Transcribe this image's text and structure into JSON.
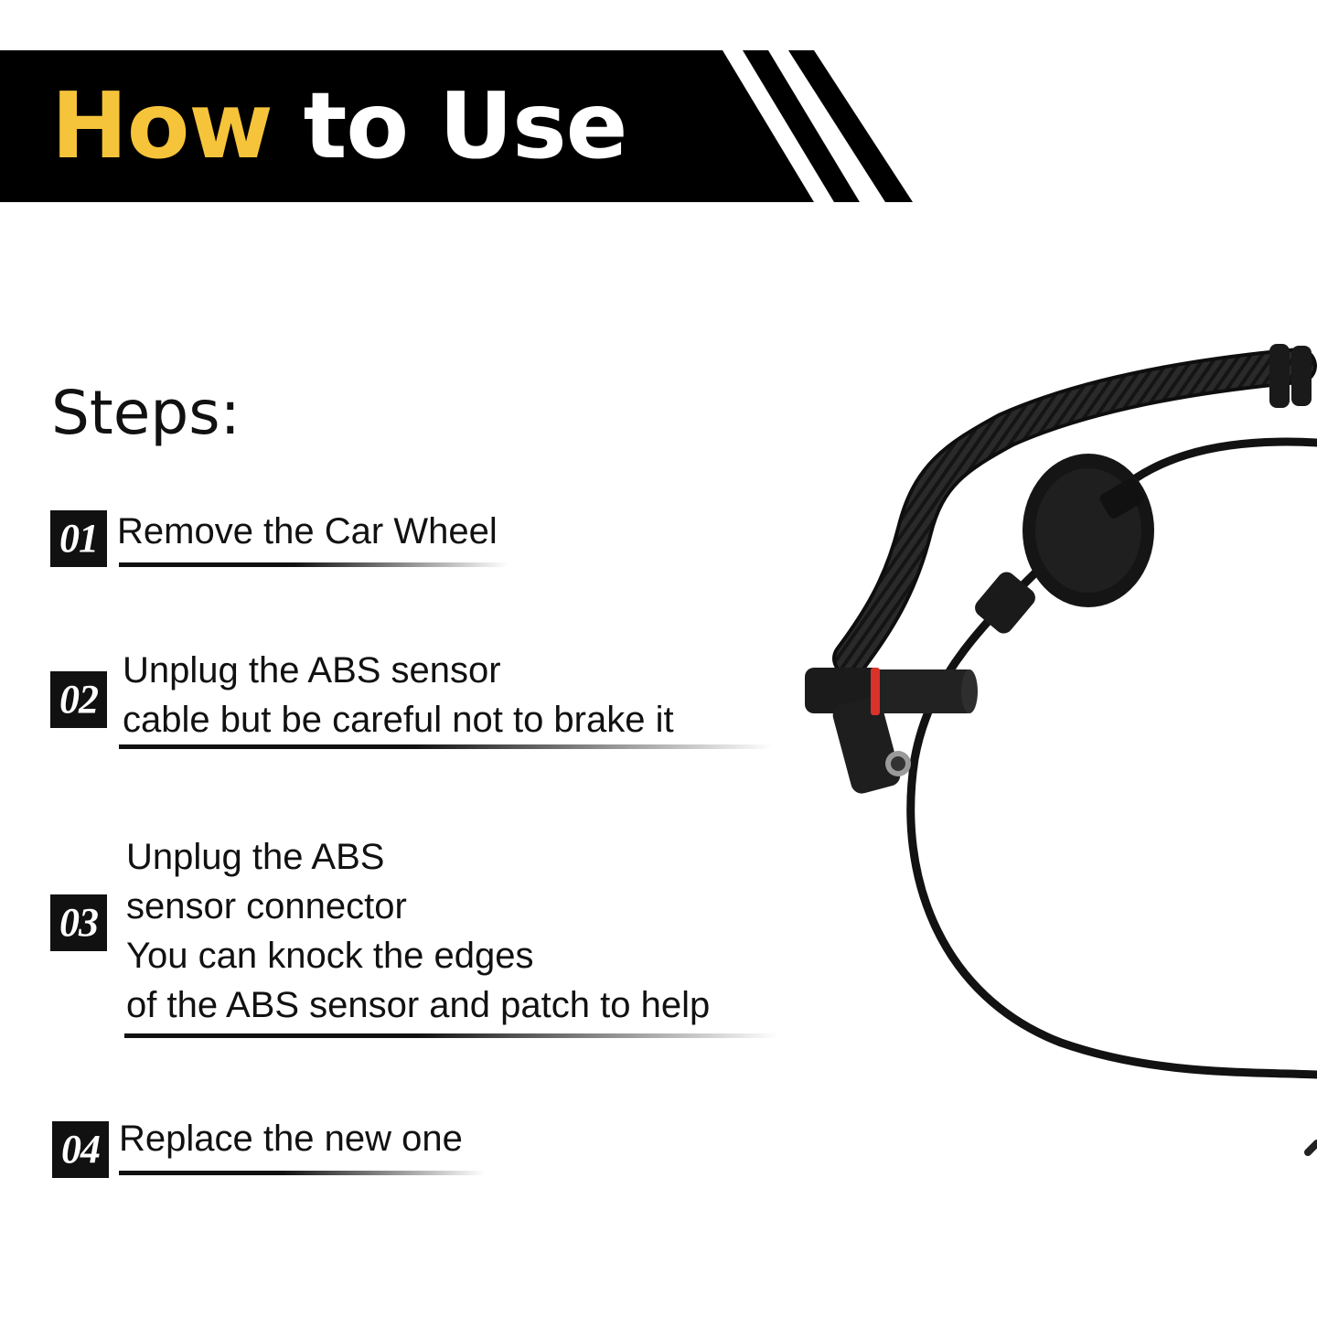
{
  "banner": {
    "highlight": "How",
    "rest": " to Use",
    "colors": {
      "highlight": "#f6c43a",
      "text": "#ffffff",
      "background": "#000000"
    }
  },
  "steps_heading": "Steps:",
  "steps": [
    {
      "number": "01",
      "lines": [
        "Remove the Car Wheel"
      ]
    },
    {
      "number": "02",
      "lines": [
        "Unplug the ABS sensor",
        "cable but be careful not to brake it"
      ]
    },
    {
      "number": "03",
      "lines": [
        "Unplug the ABS",
        "sensor connector",
        "You can knock the edges",
        "of the ABS sensor and patch to help"
      ]
    },
    {
      "number": "04",
      "lines": [
        "Replace the new one"
      ]
    }
  ],
  "product_image": {
    "icon": "abs-sensor-cable-illustration"
  }
}
